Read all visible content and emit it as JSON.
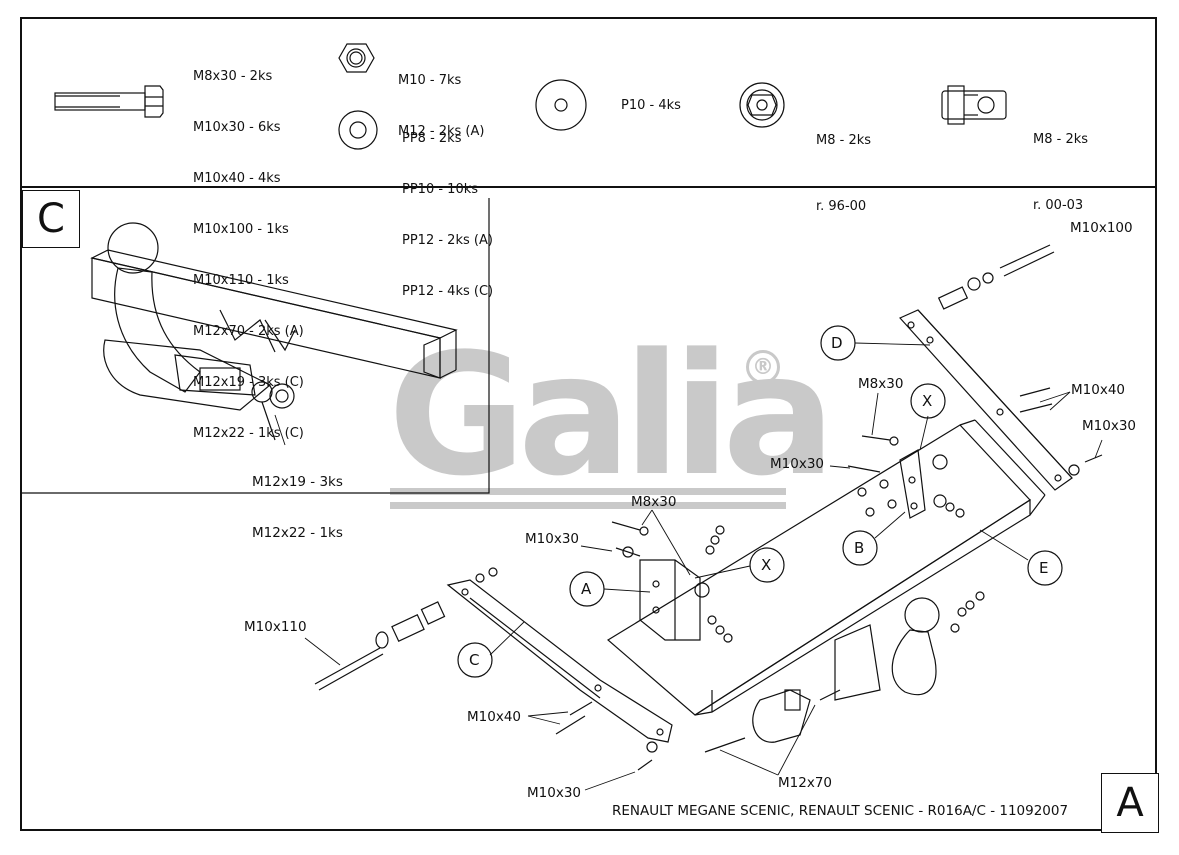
{
  "header": {
    "bolts": [
      "M8x30 - 2ks",
      "M10x30 - 6ks",
      "M10x40 - 4ks",
      "M10x100 - 1ks",
      "M10x110 - 1ks",
      "M12x70 - 2ks (A)",
      "M12x19 - 3ks (C)",
      "M12x22 - 1ks (C)"
    ],
    "nuts": [
      "M10 - 7ks",
      "M12 - 2ks (A)"
    ],
    "washers": [
      "PP8 - 2ks",
      "PP10 - 10ks",
      "PP12 - 2ks (A)",
      "PP12 - 4ks (C)"
    ],
    "flat_washer": "P10 - 4ks",
    "cage_nut_1": [
      "M8 - 2ks",
      "r. 96-00"
    ],
    "cage_nut_2": [
      "M8 - 2ks",
      "r. 00-03"
    ]
  },
  "detail_c": {
    "letter": "C",
    "parts": [
      "M12x19 - 3ks",
      "M12x22 - 1ks"
    ]
  },
  "watermark": {
    "brand": "Galia",
    "reg": "®"
  },
  "callouts": {
    "m10x100": "M10x100",
    "d": "D",
    "m10x40_r": "M10x40",
    "m10x30_r": "M10x30",
    "m8x30_r": "M8x30",
    "x_r": "X",
    "m10x30_mid": "M10x30",
    "b": "B",
    "e": "E",
    "m8x30_l": "M8x30",
    "m10x30_l": "M10x30",
    "a": "A",
    "x_l": "X",
    "m10x110": "M10x110",
    "c": "C",
    "m10x40_l": "M10x40",
    "m10x30_b": "M10x30",
    "m12x70": "M12x70"
  },
  "footer": {
    "text": "RENAULT MEGANE SCENIC, RENAULT SCENIC - R016A/C - 11092007",
    "letter": "A"
  }
}
